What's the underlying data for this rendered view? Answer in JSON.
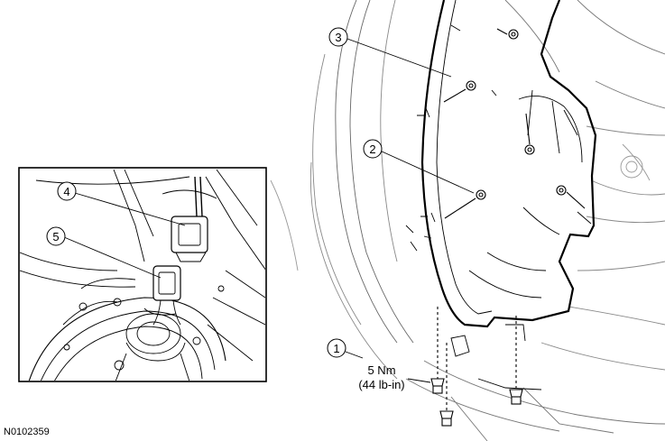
{
  "figure_id": "N0102359",
  "callouts": {
    "c1": "1",
    "c2": "2",
    "c3": "3",
    "c4": "4",
    "c5": "5"
  },
  "torque": {
    "metric": "5 Nm",
    "imperial": "(44 lb-in)"
  },
  "colors": {
    "line": "#000000",
    "background": "#ffffff"
  }
}
